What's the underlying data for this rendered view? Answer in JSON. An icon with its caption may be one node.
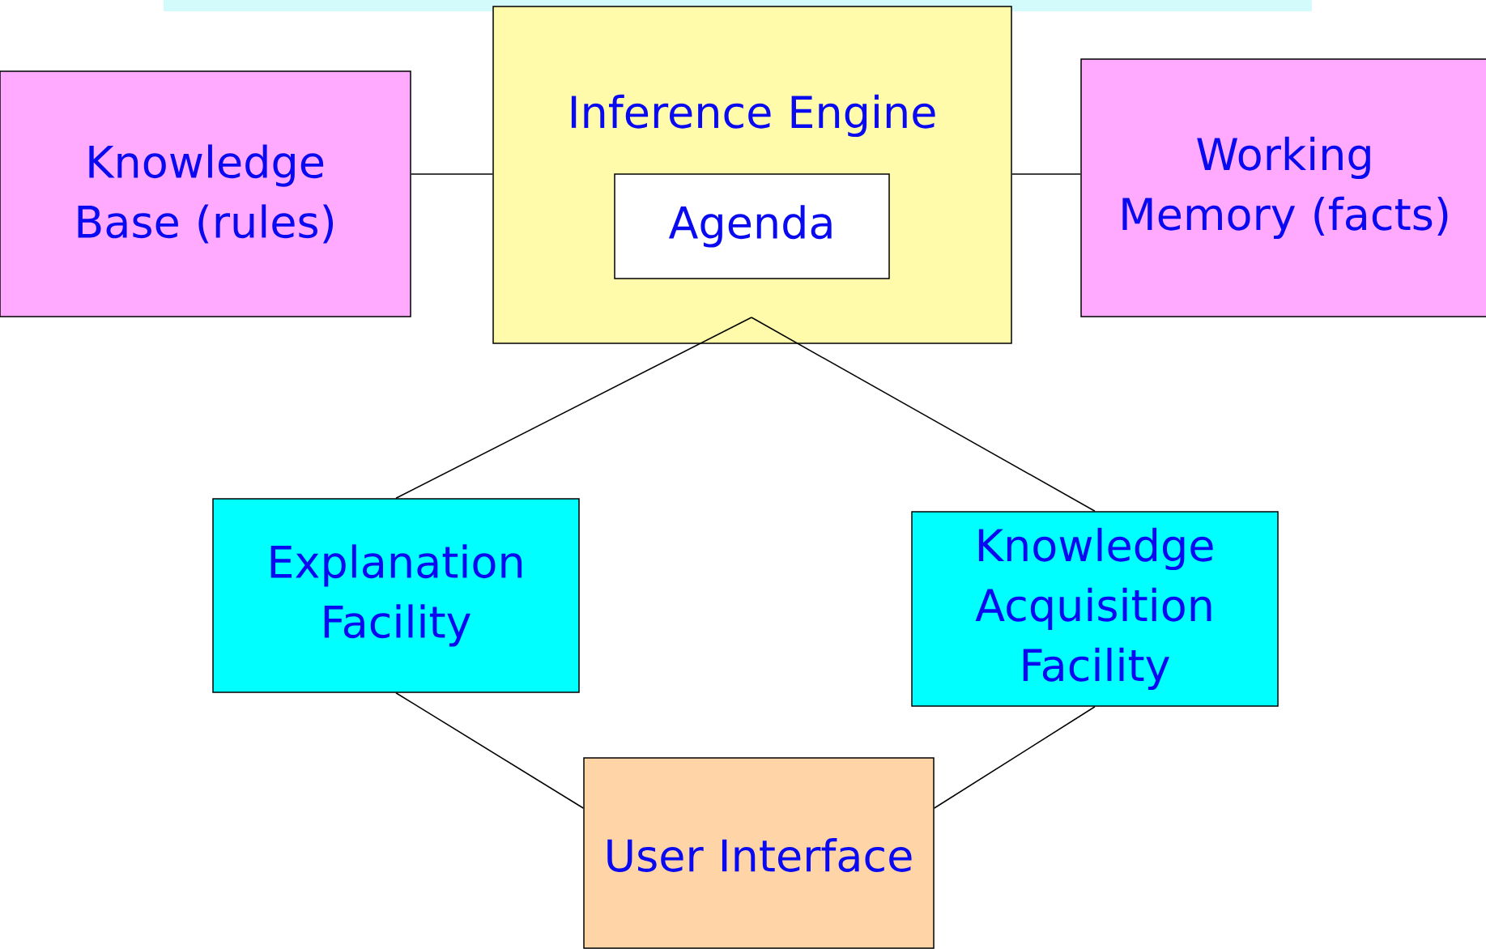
{
  "diagram": {
    "nodes": [
      {
        "text": [
          "Knowledge Base (rules)"
        ]
      },
      {
        "text": [
          "Inference Engine"
        ]
      },
      {
        "text": [
          "Agenda"
        ],
        "in": 1
      },
      {
        "text": [
          "Working Memory (facts)"
        ]
      },
      {
        "text": [
          "Explanation Facility"
        ]
      },
      {
        "text": [
          "Knowledge Acquisition Facility"
        ]
      },
      {
        "text": [
          "User Interface"
        ]
      }
    ],
    "edges": [
      {
        "from": 0,
        "to": 1,
        "arrow": "none"
      },
      {
        "from": 1,
        "to": 3,
        "arrow": "none"
      },
      {
        "from": 1,
        "to": 4,
        "arrow": "none"
      },
      {
        "from": 1,
        "to": 5,
        "arrow": "none"
      },
      {
        "from": 4,
        "to": 6,
        "arrow": "none"
      },
      {
        "from": 5,
        "to": 6,
        "arrow": "none"
      }
    ]
  }
}
